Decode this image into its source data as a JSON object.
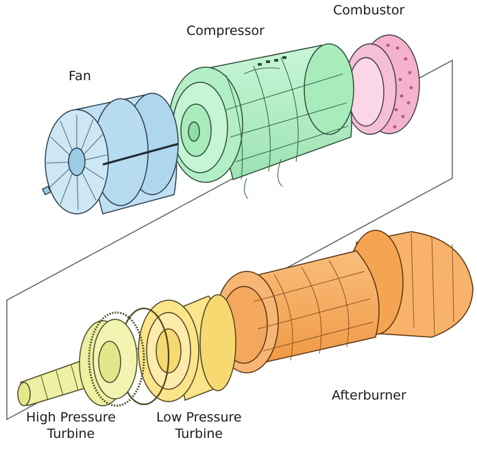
{
  "labels": {
    "fan": "Fan",
    "compressor": "Compressor",
    "combustor": "Combustor",
    "afterburner": "Afterburner",
    "hpt_line1": "High Pressure",
    "hpt_line2": "Turbine",
    "lpt_line1": "Low Pressure",
    "lpt_line2": "Turbine"
  },
  "colors": {
    "fan": "#bfe0f2",
    "compressor": "#b3efc6",
    "combustor": "#f4b2cf",
    "afterburner": "#f7a95c",
    "low_pressure_turbine": "#fbe48a",
    "high_pressure_turbine": "#eef0a2",
    "outline": "#3a3a3a",
    "plane": "#555555"
  }
}
